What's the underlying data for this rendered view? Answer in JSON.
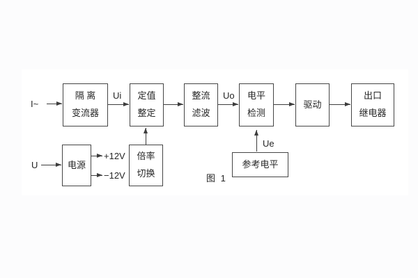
{
  "figure": {
    "caption": "图 1"
  },
  "colors": {
    "page_background": "#fcfcfd",
    "panel_background": "#ffffff",
    "line_color": "#3d3d3d",
    "text_color": "#262626"
  },
  "inputs": {
    "current_label": "I~",
    "voltage_label": "U"
  },
  "signal_labels": {
    "ui": "Ui",
    "uo": "Uo",
    "ue": "Ue",
    "plus12v": "+12V",
    "minus12v": "−12V"
  },
  "blocks": {
    "isolation_transformer": {
      "line1": "隔 离",
      "line2": "变流器"
    },
    "setting_adjust": {
      "line1": "定值",
      "line2": "整定"
    },
    "rectify_filter": {
      "line1": "整流",
      "line2": "滤波"
    },
    "level_detect": {
      "line1": "电平",
      "line2": "检测"
    },
    "drive": {
      "label": "驱动"
    },
    "output_relay": {
      "line1": "出口",
      "line2": "继电器"
    },
    "power_supply": {
      "label": "电源"
    },
    "ratio_switch": {
      "line1": "倍率",
      "line2": "切换"
    },
    "reference_level": {
      "label": "参考电平"
    }
  }
}
